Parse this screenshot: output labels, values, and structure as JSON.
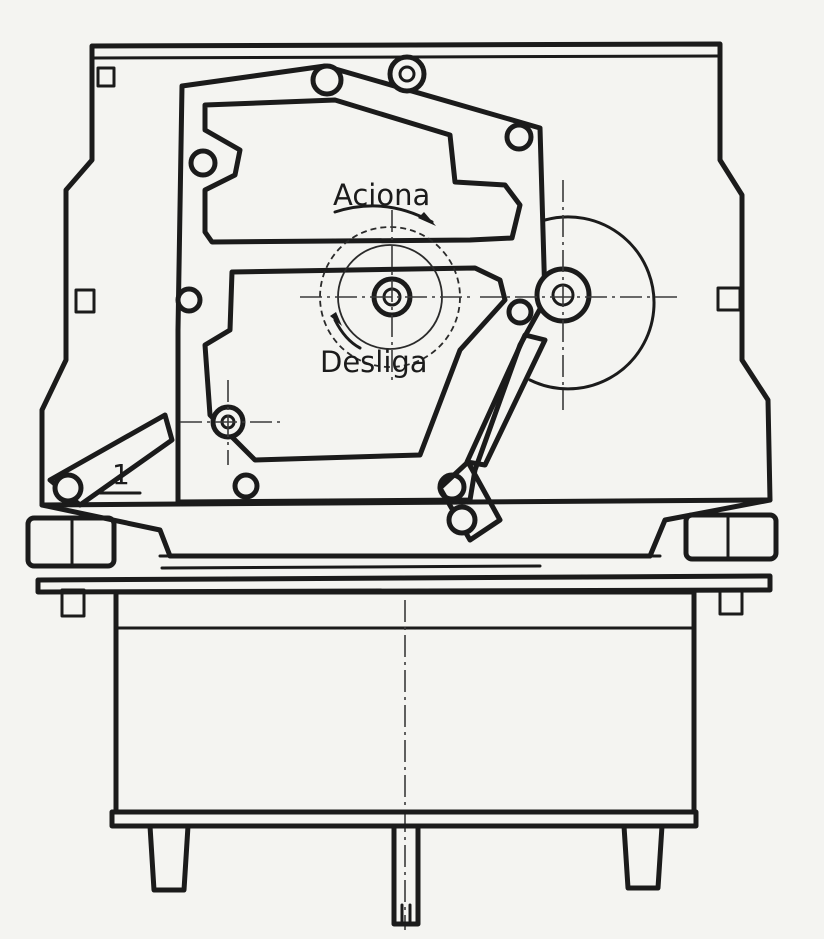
{
  "figure": {
    "labels": {
      "engage": "Aciona",
      "disengage": "Desliga",
      "part_number": "1"
    }
  }
}
